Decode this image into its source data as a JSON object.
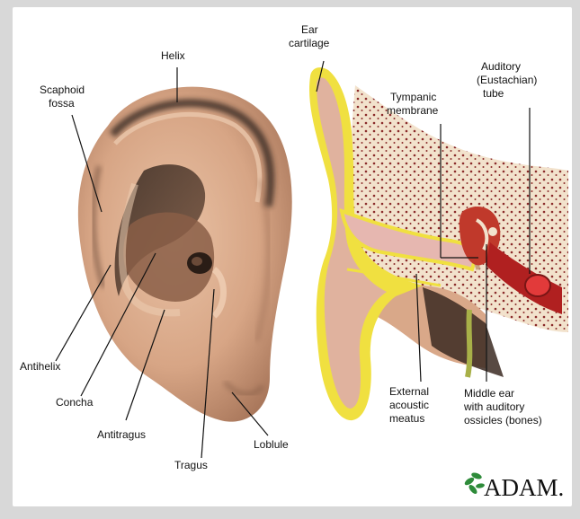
{
  "labels": {
    "helix": "Helix",
    "scaphoid": [
      "Scaphoid",
      "fossa"
    ],
    "antihelix": "Antihelix",
    "concha": "Concha",
    "antitragus": "Antitragus",
    "tragus": "Tragus",
    "lobule": "Loblule",
    "ear_cartilage": [
      "Ear",
      "cartilage"
    ],
    "tympanic": [
      "Tympanic",
      "membrane"
    ],
    "auditory": [
      "Auditory",
      "(Eustachian)",
      "tube"
    ],
    "external": [
      "External",
      "acoustic",
      "meatus"
    ],
    "middle": [
      "Middle ear",
      "with auditory",
      "ossicles (bones)"
    ]
  },
  "logo": {
    "text": "ADAM."
  },
  "colors": {
    "background": "#ffffff",
    "skin": "#d9a889",
    "cartilage": "#f0e040",
    "pink": "#e8b8b8",
    "bone": "#f0dfc8",
    "bone_dots": "#8a2a2a",
    "canal_red": "#b02020",
    "nerve": "#a8b048",
    "line": "#111111"
  },
  "icons": {
    "logo_icon": "flower-leaf-icon"
  }
}
